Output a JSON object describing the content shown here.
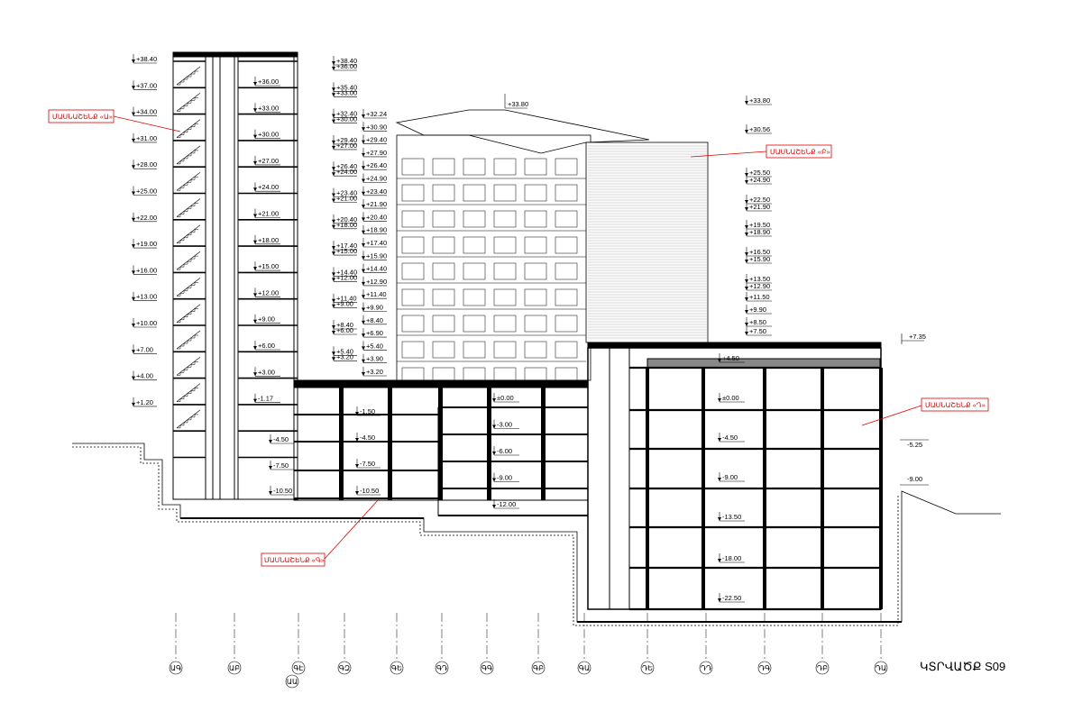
{
  "title": "ԿՏՐՎԱԾՔ S09",
  "callouts": {
    "a": "ՄԱՍՆԱՇԵՆՔ «Ա»",
    "b": "ՄԱՍՆԱՇԵՆՔ «Բ»",
    "g": "ՄԱՍՆԱՇԵՆՔ «Գ»",
    "d": "ՄԱՍՆԱՇԵՆՔ «Դ»"
  },
  "levels_tower_left": [
    "+38.40",
    "+37.00",
    "+34.00",
    "+31.00",
    "+28.00",
    "+25.00",
    "+22.00",
    "+19.00",
    "+16.00",
    "+13.00",
    "+10.00",
    "+7.00",
    "+4.00",
    "+1.20"
  ],
  "levels_tower_inner": [
    "+36.00",
    "+33.00",
    "+30.00",
    "+27.00",
    "+24.00",
    "+21.00",
    "+18.00",
    "+15.00",
    "+12.00",
    "+9.00",
    "+6.00",
    "+3.00",
    "-1.17"
  ],
  "levels_tower_right": [
    "+38.40",
    "+36.00",
    "+35.40",
    "+33.00",
    "+32.40",
    "+30.00",
    "+29.40",
    "+27.00",
    "+26.40",
    "+24.00",
    "+23.40",
    "+21.00",
    "+20.40",
    "+18.00",
    "+17.40",
    "+15.00",
    "+14.40",
    "+12.00",
    "+11.40",
    "+9.00",
    "+8.40",
    "+6.00",
    "+5.40",
    "+3.20"
  ],
  "levels_mid_column": [
    "+32.24",
    "+30.90",
    "+29.40",
    "+27.90",
    "+26.40",
    "+24.90",
    "+23.40",
    "+21.90",
    "+20.40",
    "+18.90",
    "+17.40",
    "+15.90",
    "+14.40",
    "+12.90",
    "+11.40",
    "+9.90",
    "+8.40",
    "+6.90",
    "+5.40",
    "+3.90",
    "+3.20"
  ],
  "level_roof_b": "+33.80",
  "levels_building_b": [
    "+33.80",
    "+30.56",
    "+25.50",
    "+24.90",
    "+22.50",
    "+21.90",
    "+19.50",
    "+18.90",
    "+16.50",
    "+15.90",
    "+13.50",
    "+12.90",
    "+11.50",
    "+9.90",
    "+8.50",
    "+7.50"
  ],
  "level_d_top": "+7.35",
  "levels_parking": [
    "-1.50",
    "-4.50",
    "-7.50",
    "-10.50",
    "-4.50",
    "-7.50",
    "-10.50"
  ],
  "levels_ramp": [
    "±0.00",
    "-3.00",
    "-6.00",
    "-9.00",
    "-12.00"
  ],
  "levels_building_d": [
    "+4.50",
    "±0.00",
    "-4.50",
    "-9.00",
    "-13.50",
    "-18.00",
    "-22.50"
  ],
  "levels_d_exterior": [
    "-5.25",
    "-9.00"
  ],
  "axes": [
    "ԱԳ",
    "ԱԲ",
    "ԳԷ",
    "ԳԶ",
    "ԳԵ",
    "ԳԴ",
    "ԳԳ",
    "ԳԲ",
    "ԳԱ",
    "ԴԵ",
    "ԴԴ",
    "ԴԳ",
    "ԴԲ",
    "ԴԱ"
  ],
  "axis_extra": "ԱԱ",
  "colors": {
    "line": "#000000",
    "callout": "#e00000",
    "ground": "#555555"
  }
}
